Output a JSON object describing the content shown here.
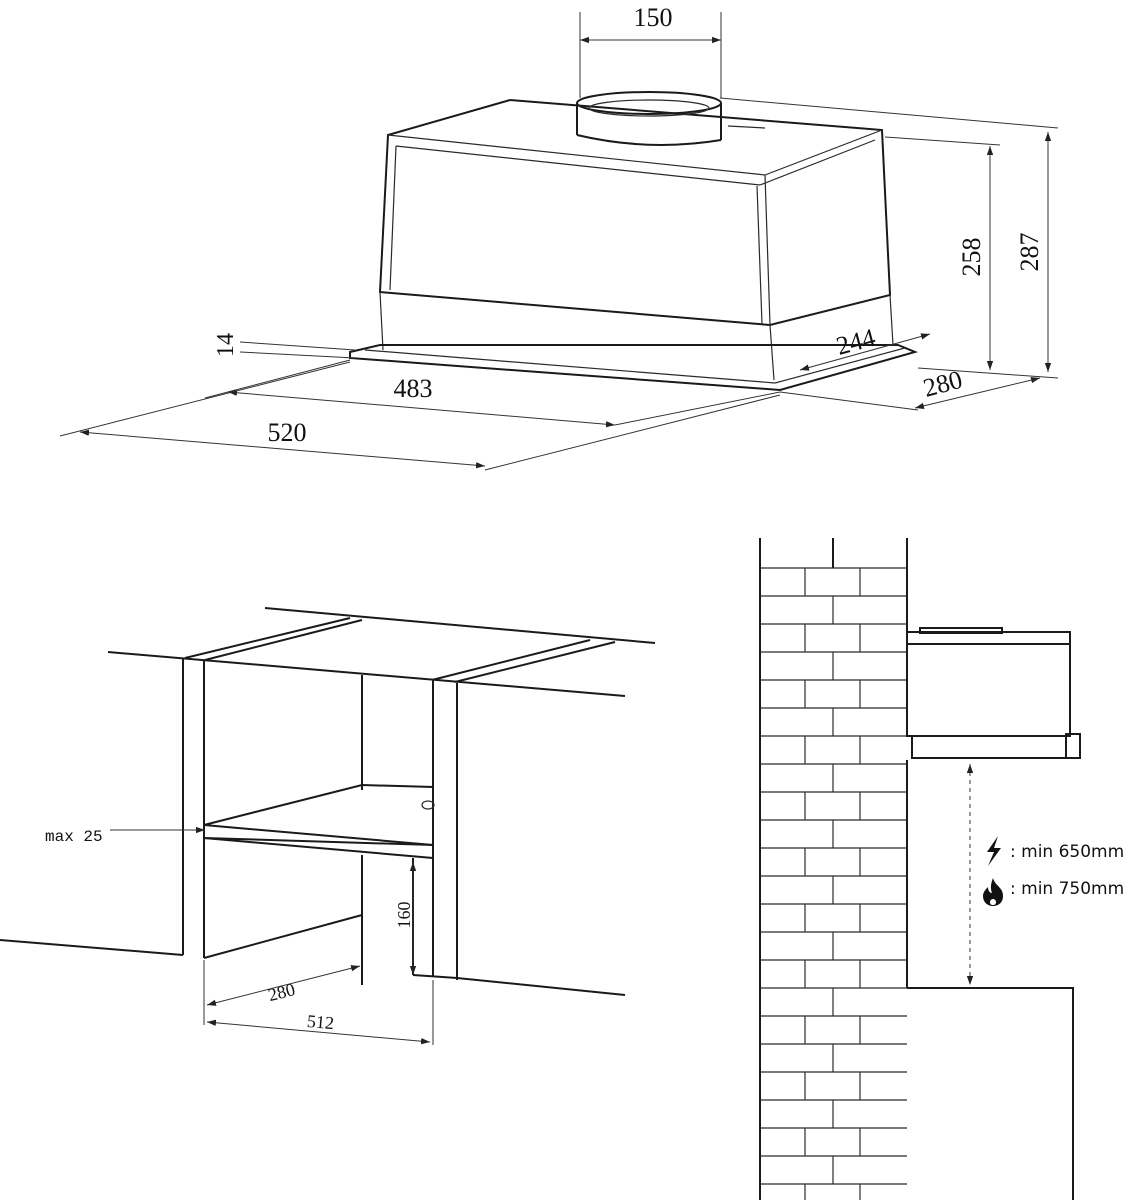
{
  "hood_dimensions": {
    "duct_diameter": "150",
    "total_height": "287",
    "body_height": "258",
    "frame_thickness": "14",
    "inner_width": "483",
    "outer_width": "520",
    "inner_depth": "244",
    "outer_depth": "280"
  },
  "cabinet_dimensions": {
    "max_board": "max 25",
    "height_gap": "160",
    "depth": "280",
    "width": "512"
  },
  "clearances": {
    "electric": ": min 650mm",
    "gas": ": min 750mm"
  },
  "icons": [
    "lightning-icon",
    "flame-icon"
  ]
}
